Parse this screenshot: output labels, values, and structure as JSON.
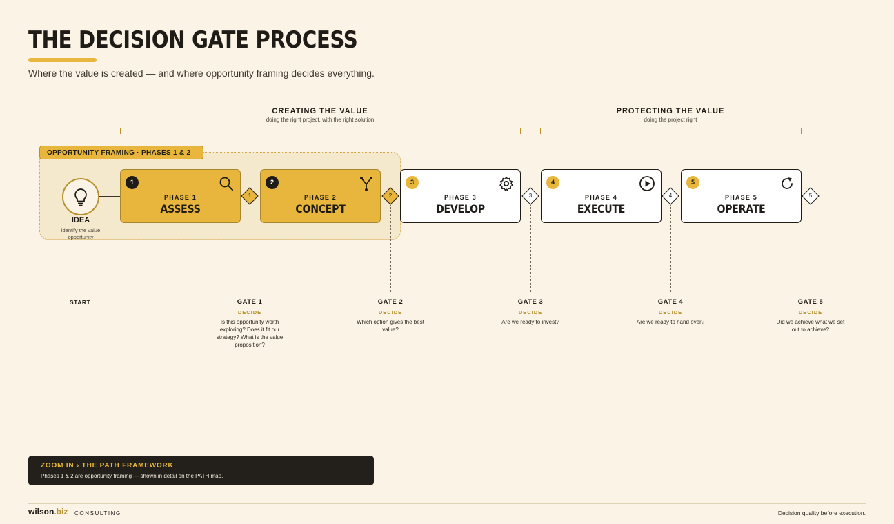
{
  "header": {
    "title": "THE DECISION GATE PROCESS",
    "subtitle": "Where the value is created — and where opportunity framing decides everything."
  },
  "bands": [
    {
      "title": "CREATING THE VALUE",
      "subtitle": "doing the right project, with the right solution"
    },
    {
      "title": "PROTECTING THE VALUE",
      "subtitle": "doing the project right"
    }
  ],
  "framing": {
    "tag": "OPPORTUNITY FRAMING · PHASES 1 & 2"
  },
  "idea": {
    "label": "IDEA",
    "subtitle": "identify the value opportunity",
    "icon": "lightbulb-icon"
  },
  "phases": [
    {
      "num": "1",
      "kicker": "PHASE 1",
      "name": "ASSESS",
      "icon": "magnifier-icon",
      "style": "gold"
    },
    {
      "num": "2",
      "kicker": "PHASE 2",
      "name": "CONCEPT",
      "icon": "branch-icon",
      "style": "gold"
    },
    {
      "num": "3",
      "kicker": "PHASE 3",
      "name": "DEVELOP",
      "icon": "gear-icon",
      "style": "white"
    },
    {
      "num": "4",
      "kicker": "PHASE 4",
      "name": "EXECUTE",
      "icon": "play-icon",
      "style": "white"
    },
    {
      "num": "5",
      "kicker": "PHASE 5",
      "name": "OPERATE",
      "icon": "refresh-icon",
      "style": "white"
    }
  ],
  "gates": [
    {
      "num": "1",
      "label": "GATE 1",
      "decide": "DECIDE",
      "question": "Is this opportunity worth exploring? Does it fit our strategy? What is the value proposition?"
    },
    {
      "num": "2",
      "label": "GATE 2",
      "decide": "DECIDE",
      "question": "Which option gives the best value?"
    },
    {
      "num": "3",
      "label": "GATE 3",
      "decide": "DECIDE",
      "question": "Are we ready to invest?"
    },
    {
      "num": "4",
      "label": "GATE 4",
      "decide": "DECIDE",
      "question": "Are we ready to hand over?"
    },
    {
      "num": "5",
      "label": "GATE 5",
      "decide": "DECIDE",
      "question": "Did we achieve what we set out to achieve?"
    }
  ],
  "start_label": "START",
  "zoom": {
    "title": "ZOOM IN › THE PATH FRAMEWORK",
    "body": "Phases 1 & 2 are opportunity framing — shown in detail on the PATH map."
  },
  "footer": {
    "logo_main": "wilson",
    "logo_biz": ".biz",
    "consulting": "CONSULTING",
    "tagline": "Decision quality before execution."
  },
  "colors": {
    "accent": "#e8b63c",
    "accent_dark": "#b8912c",
    "ink": "#1f1c17",
    "background": "#fbf4e6"
  }
}
